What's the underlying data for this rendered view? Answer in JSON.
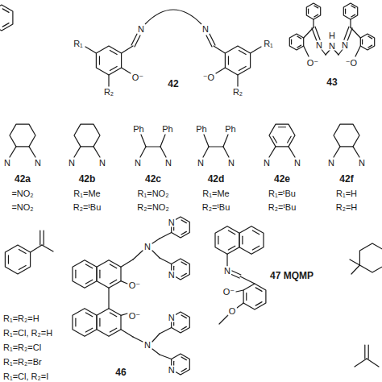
{
  "diagram": {
    "labels": [
      "R₁",
      "R₁",
      "N",
      "N",
      "O⁻",
      "⁻O",
      "R₂",
      "R₂",
      "42",
      "N",
      "H",
      "N",
      "N",
      "O⁻",
      "⁻O",
      "43",
      "N",
      "N",
      "N",
      "N",
      "N",
      "N",
      "N",
      "N",
      "N",
      "N",
      "N",
      "N",
      "Ph",
      "Ph",
      "Ph",
      "Ph",
      "42a",
      "42b",
      "42c",
      "42d",
      "42e",
      "42f",
      "=NO₂",
      "=NO₂",
      "R₁=Me",
      "R₂=ᵗBu",
      "R₁=NO₂",
      "R₂=NO₂",
      "R₁=Me",
      "R₂=ᵗBu",
      "R₁=ᵗBu",
      "R₂=ᵗBu",
      "R₁=H",
      "R₂=H",
      "R₁=R₂=H",
      "R₁=Cl, R₂=H",
      "R₁=R₂=Cl",
      "R₁=R₂=Br",
      "R₁=Cl, R₂=I",
      "O⁻",
      "O⁻",
      "N",
      "N",
      "N",
      "N",
      "N",
      "N",
      "46",
      "N",
      "O⁻",
      "O",
      "47 MQMP"
    ]
  }
}
